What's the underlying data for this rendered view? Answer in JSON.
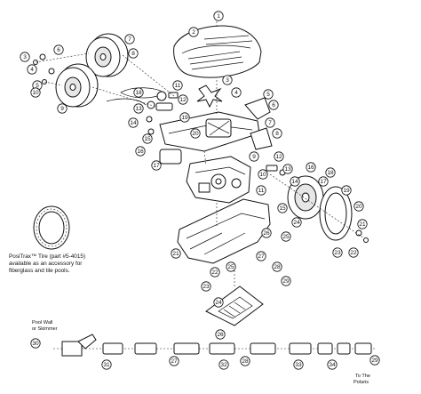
{
  "tire_note": {
    "line1": "PosiTrax™ Tire (part #5-4015)",
    "line2": "available as an accessory for",
    "line3": "fiberglass and tile pools."
  },
  "hose": {
    "pool_wall_line1": "Pool Wall",
    "pool_wall_line2": "or Skimmer",
    "to_polaris_line1": "To The",
    "to_polaris_line2": "Polaris"
  },
  "callouts": [
    {
      "label": "1"
    },
    {
      "label": "2"
    },
    {
      "label": "3"
    },
    {
      "label": "4"
    },
    {
      "label": "5"
    },
    {
      "label": "6"
    },
    {
      "label": "7"
    },
    {
      "label": "8"
    },
    {
      "label": "9"
    },
    {
      "label": "10"
    },
    {
      "label": "11"
    },
    {
      "label": "12"
    },
    {
      "label": "13"
    },
    {
      "label": "14"
    },
    {
      "label": "15"
    },
    {
      "label": "16"
    },
    {
      "label": "17"
    },
    {
      "label": "18"
    },
    {
      "label": "19"
    },
    {
      "label": "20"
    },
    {
      "label": "21"
    },
    {
      "label": "22"
    },
    {
      "label": "23"
    },
    {
      "label": "24"
    },
    {
      "label": "25"
    },
    {
      "label": "26"
    },
    {
      "label": "27"
    },
    {
      "label": "28"
    },
    {
      "label": "29"
    },
    {
      "label": "3"
    },
    {
      "label": "4"
    },
    {
      "label": "5"
    },
    {
      "label": "6"
    },
    {
      "label": "7"
    },
    {
      "label": "8"
    },
    {
      "label": "9"
    },
    {
      "label": "10"
    },
    {
      "label": "11"
    },
    {
      "label": "12"
    },
    {
      "label": "13"
    },
    {
      "label": "14"
    },
    {
      "label": "15"
    },
    {
      "label": "16"
    },
    {
      "label": "17"
    },
    {
      "label": "18"
    },
    {
      "label": "19"
    },
    {
      "label": "20"
    },
    {
      "label": "21"
    },
    {
      "label": "22"
    },
    {
      "label": "23"
    },
    {
      "label": "24"
    },
    {
      "label": "25"
    },
    {
      "label": "26"
    },
    {
      "label": "27"
    },
    {
      "label": "28"
    },
    {
      "label": "29"
    },
    {
      "label": "30"
    },
    {
      "label": "31"
    },
    {
      "label": "32"
    },
    {
      "label": "33"
    },
    {
      "label": "34"
    }
  ]
}
